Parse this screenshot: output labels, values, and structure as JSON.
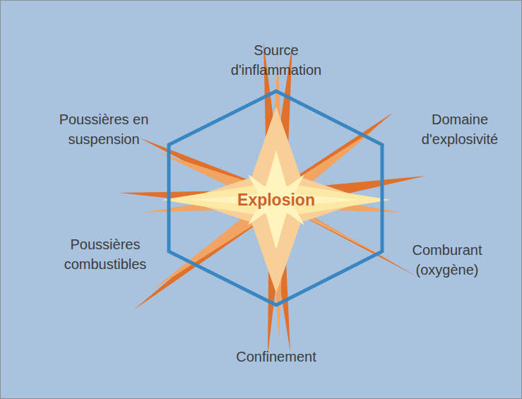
{
  "diagram": {
    "nodes": [
      {
        "text": [
          "Explosion"
        ]
      }
    ],
    "labels": [
      "Source d'inflammation",
      "Domaine d'explosivité",
      "Comburant (oxygène)",
      "Confinement",
      "Poussières combustibles",
      "Poussières en suspension"
    ]
  }
}
